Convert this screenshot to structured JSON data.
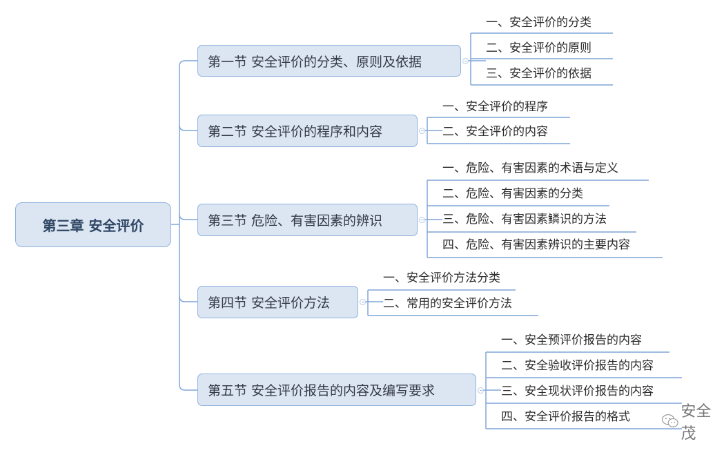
{
  "root": {
    "label": "第三章 安全评价"
  },
  "sections": [
    {
      "label": "第一节 安全评价的分类、原则及依据",
      "items": [
        "一、安全评价的分类",
        "二、安全评价的原则",
        "三、安全评价的依据"
      ]
    },
    {
      "label": "第二节 安全评价的程序和内容",
      "items": [
        "一、安全评价的程序",
        "二、安全评价的内容"
      ]
    },
    {
      "label": "第三节 危险、有害因素的辨识",
      "items": [
        "一、危险、有害因素的术语与定义",
        "二、危险、有害因素的分类",
        "三、危险、有害因素鳞识的方法",
        "四、危险、有害因素辨识的主要内容"
      ]
    },
    {
      "label": "第四节 安全评价方法",
      "items": [
        "一、安全评价方法分类",
        "二、常用的安全评价方法"
      ]
    },
    {
      "label": "第五节 安全评价报告的内容及编写要求",
      "items": [
        "一、安全预评价报告的内容",
        "二、安全验收评价报告的内容",
        "三、安全现状评价报告的内容",
        "四、安全评价报告的格式"
      ]
    }
  ],
  "watermark": {
    "label": "安全茂",
    "icon": "wechat-icon"
  },
  "colors": {
    "node_fill": "#dce6f2",
    "node_border": "#8eb1dd",
    "line": "#7fa6d9",
    "text": "#333a45"
  }
}
